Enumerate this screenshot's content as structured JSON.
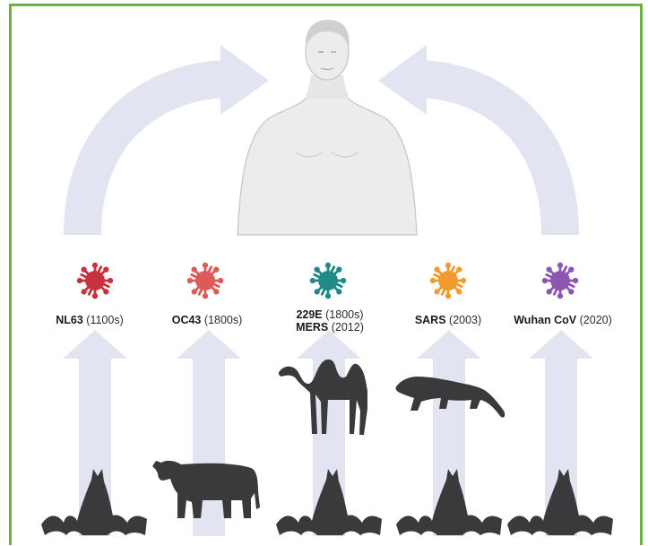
{
  "diagram": {
    "viruses": [
      {
        "name": "NL63",
        "date": "(1100s)",
        "color": "#c8323c"
      },
      {
        "name": "OC43",
        "date": "(1800s)",
        "color": "#de5a58"
      },
      {
        "name": "229E",
        "date": "(1800s)",
        "name2": "MERS",
        "date2": "(2012)",
        "color": "#1f8a86"
      },
      {
        "name": "SARS",
        "date": "(2003)",
        "color": "#f29a2e"
      },
      {
        "name": "Wuhan CoV",
        "date": "(2020)",
        "color": "#8e55b3"
      }
    ],
    "colors": {
      "border": "#6cb33f",
      "arrow": "#e3e4f1",
      "silhouette": "#3a3a3c",
      "human": "#ececec"
    },
    "icons": [
      "human-figure-icon",
      "virus-icon",
      "camel-icon",
      "civet-icon",
      "cow-icon",
      "bat-icon",
      "arrow-up-icon",
      "curved-arrow-icon"
    ]
  }
}
